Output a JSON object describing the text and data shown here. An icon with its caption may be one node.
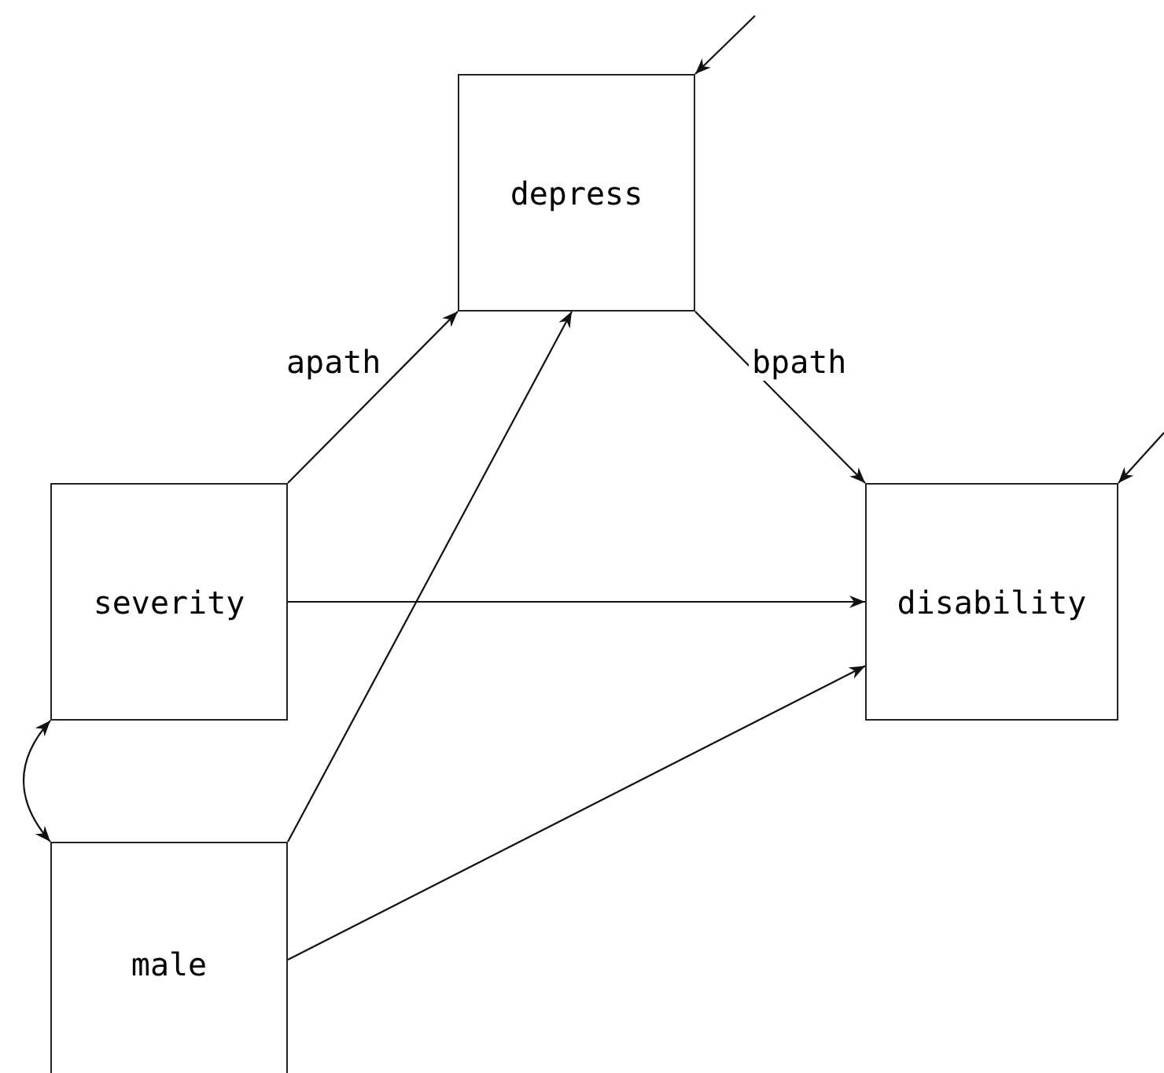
{
  "diagram": {
    "nodes": [
      {
        "text": [
          "depress"
        ]
      },
      {
        "text": [
          "severity"
        ]
      },
      {
        "text": [
          "disability"
        ]
      },
      {
        "text": [
          "male"
        ]
      }
    ],
    "edges": [
      {
        "from": 1,
        "to": 0,
        "arrow": "to",
        "label": "apath"
      },
      {
        "from": 0,
        "to": 2,
        "arrow": "to",
        "label": "bpath"
      },
      {
        "from": 1,
        "to": 2,
        "arrow": "to"
      },
      {
        "from": 3,
        "to": 0,
        "arrow": "to"
      },
      {
        "from": 3,
        "to": 2,
        "arrow": "to"
      },
      {
        "from": 1,
        "to": 3,
        "arrow": "both"
      },
      {
        "from": null,
        "to": 0,
        "arrow": "to"
      },
      {
        "from": null,
        "to": 2,
        "arrow": "to"
      }
    ]
  }
}
